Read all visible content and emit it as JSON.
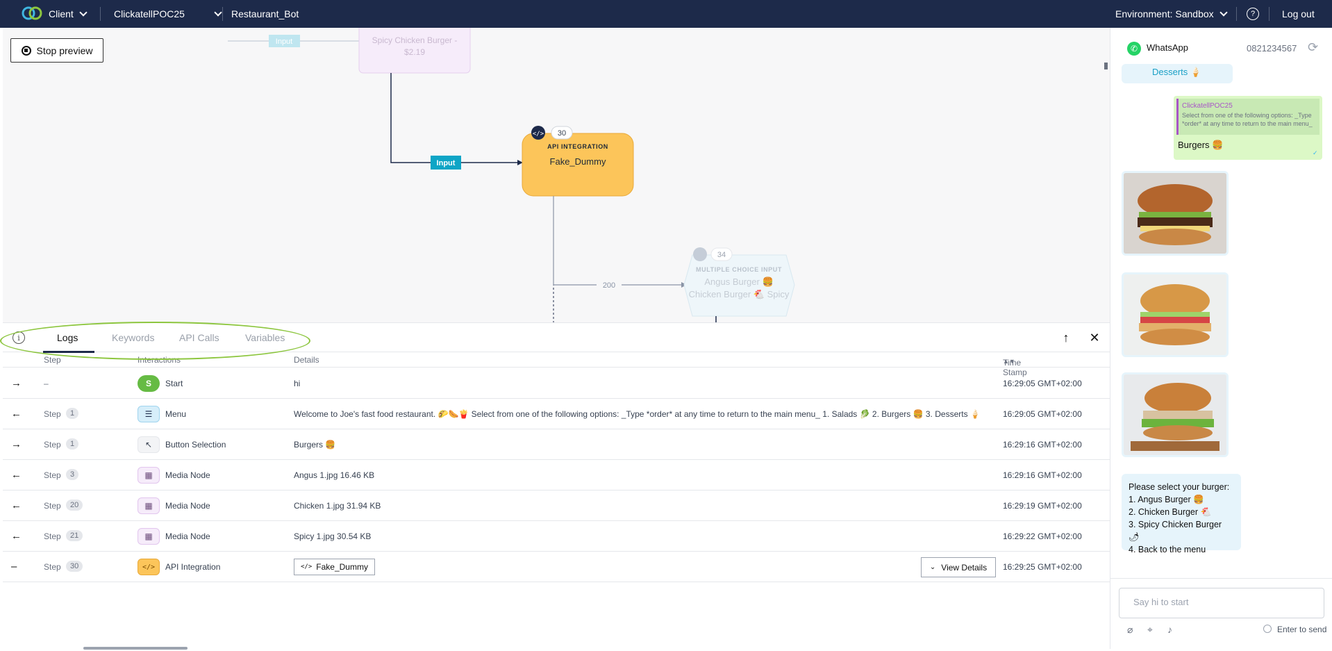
{
  "topbar": {
    "client_label": "Client",
    "account": "ClickatellPOC25",
    "bot": "Restaurant_Bot",
    "environment": "Environment: Sandbox",
    "help": "?",
    "logout": "Log out"
  },
  "canvas": {
    "stop_preview": "Stop preview",
    "top_edge_label": "Input",
    "top_node_text_1": "Spicy Chicken Burger -",
    "top_node_text_2": "$2.19",
    "edge_input_label": "Input",
    "api_node": {
      "badge": "30",
      "type": "API INTEGRATION",
      "name": "Fake_Dummy"
    },
    "edge_200_label": "200",
    "mc_node": {
      "badge": "34",
      "type": "MULTIPLE CHOICE INPUT",
      "line1": "Angus Burger 🍔",
      "line2": "Chicken Burger 🐔 Spicy"
    }
  },
  "logs": {
    "tabs": [
      "Logs",
      "Keywords",
      "API Calls",
      "Variables"
    ],
    "headers": {
      "step": "Step",
      "interactions": "Interactions",
      "details": "Details",
      "timestamp": "Time Stamp"
    },
    "rows": [
      {
        "dir": "→",
        "step": "–",
        "num": "",
        "icon": "S",
        "interaction": "Start",
        "details": "hi",
        "ts": "16:29:05 GMT+02:00"
      },
      {
        "dir": "←",
        "step": "Step",
        "num": "1",
        "icon": "☰",
        "interaction": "Menu",
        "details": "Welcome to Joe's fast food restaurant. 🌮🌭🍟 Select from one of the following options: _Type *order* at any time to return to the main menu_ 1. Salads 🥬 2. Burgers 🍔 3. Desserts 🍦",
        "ts": "16:29:05 GMT+02:00"
      },
      {
        "dir": "→",
        "step": "Step",
        "num": "1",
        "icon": "↖",
        "interaction": "Button Selection",
        "details": "Burgers 🍔",
        "ts": "16:29:16 GMT+02:00"
      },
      {
        "dir": "←",
        "step": "Step",
        "num": "3",
        "icon": "▦",
        "interaction": "Media Node",
        "details": "Angus 1.jpg 16.46 KB",
        "ts": "16:29:16 GMT+02:00"
      },
      {
        "dir": "←",
        "step": "Step",
        "num": "20",
        "icon": "▦",
        "interaction": "Media Node",
        "details": "Chicken 1.jpg 31.94 KB",
        "ts": "16:29:19 GMT+02:00"
      },
      {
        "dir": "←",
        "step": "Step",
        "num": "21",
        "icon": "▦",
        "interaction": "Media Node",
        "details": "Spicy 1.jpg 30.54 KB",
        "ts": "16:29:22 GMT+02:00"
      },
      {
        "dir": "–",
        "step": "Step",
        "num": "30",
        "icon": "</>",
        "interaction": "API Integration",
        "details": "Fake_Dummy",
        "view_details": "View Details",
        "ts": "16:29:25 GMT+02:00"
      }
    ]
  },
  "chat": {
    "channel": "WhatsApp",
    "phone": "0821234567",
    "top_bubble": "Desserts 🍦",
    "out_quote_name": "ClickatellPOC25",
    "out_quote_text": "Select from one of the following options: _Type *order* at any time to return to the main menu_",
    "out_text": "Burgers 🍔",
    "out_tick": "✓",
    "menu_lines": [
      "Please select your burger:",
      "1. Angus Burger 🍔",
      "2. Chicken Burger 🐔",
      "3. Spicy Chicken Burger 🌶",
      "4. Back to the menu"
    ],
    "input_placeholder": "Say hi to start",
    "send_hint": "Enter to send"
  },
  "colors": {
    "topbar": "#1d2a4a",
    "api_node": "#fcc55a",
    "edge_label": "#0ea5c6",
    "highlight": "#8dc63f",
    "wa_green": "#25d366"
  }
}
